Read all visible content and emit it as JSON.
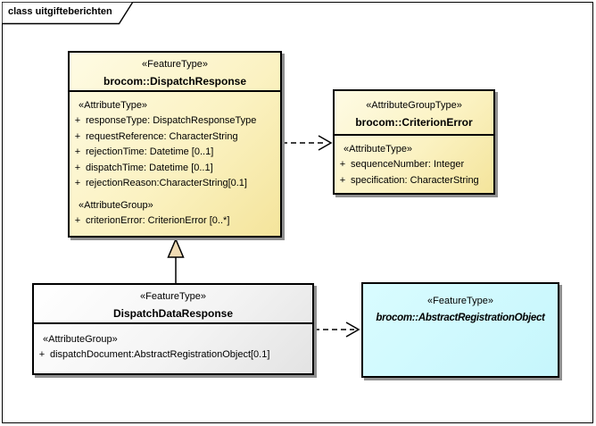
{
  "frame": {
    "title": "class uitgifteberichten"
  },
  "classes": [
    {
      "stereotype": "«FeatureType»",
      "name": "brocom::DispatchResponse",
      "sections": [
        {
          "header": "«AttributeType»",
          "rows": [
            {
              "vis": "+",
              "text": "responseType: DispatchResponseType"
            },
            {
              "vis": "+",
              "text": "requestReference: CharacterString"
            },
            {
              "vis": "+",
              "text": "rejectionTime: Datetime [0..1]"
            },
            {
              "vis": "+",
              "text": "dispatchTime: Datetime [0..1]"
            },
            {
              "vis": "+",
              "text": "rejectionReason:CharacterString[0.1]"
            }
          ]
        },
        {
          "header": "«AttributeGroup»",
          "rows": [
            {
              "vis": "+",
              "text": "criterionError: CriterionError [0..*]"
            }
          ]
        }
      ]
    },
    {
      "stereotype": "«AttributeGroupType»",
      "name": "brocom::CriterionError",
      "sections": [
        {
          "header": "«AttributeType»",
          "rows": [
            {
              "vis": "+",
              "text": "sequenceNumber: Integer"
            },
            {
              "vis": "+",
              "text": "specification: CharacterString"
            }
          ]
        }
      ]
    },
    {
      "stereotype": "«FeatureType»",
      "name": "DispatchDataResponse",
      "sections": [
        {
          "header": "«AttributeGroup»",
          "rows": [
            {
              "vis": "+",
              "text": "dispatchDocument:AbstractRegistrationObject[0.1]"
            }
          ]
        }
      ]
    },
    {
      "stereotype": "«FeatureType»",
      "name": "brocom::AbstractRegistrationObject",
      "sections": []
    }
  ],
  "relationships": [
    {
      "type": "dependency",
      "from": "brocom::DispatchResponse",
      "to": "brocom::CriterionError",
      "style": "dashed-open-arrow"
    },
    {
      "type": "generalization",
      "from": "DispatchDataResponse",
      "to": "brocom::DispatchResponse",
      "style": "solid-triangle"
    },
    {
      "type": "dependency",
      "from": "DispatchDataResponse",
      "to": "brocom::AbstractRegistrationObject",
      "style": "dashed-open-arrow"
    }
  ],
  "colors": {
    "class_yellow": "#F9EFB5",
    "class_gray": "#EFEFEF",
    "class_cyan": "#C9F7FC",
    "generalization_fill": "#F0DBB4",
    "border": "#000000",
    "shadow": "#8F8F8F"
  }
}
